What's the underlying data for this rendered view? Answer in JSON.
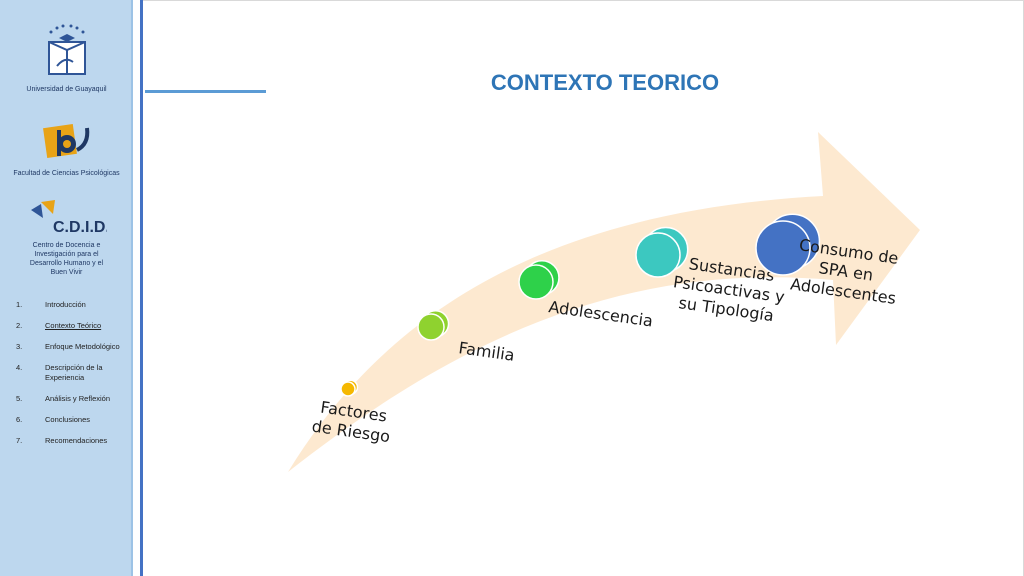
{
  "sidebar": {
    "university": "Universidad de Guayaquil",
    "faculty": "Facultad de Ciencias Psicológicas",
    "cdid_logo": "C.D.I.D.",
    "cdid": [
      "Centro de Docencia e",
      "Investigación para el",
      "Desarrollo Humano y el",
      "Buen Vivir"
    ],
    "menu": [
      {
        "num": "1.",
        "label": "Introducción"
      },
      {
        "num": "2.",
        "label": "Contexto Teórico"
      },
      {
        "num": "3.",
        "label": "Enfoque Metodológico"
      },
      {
        "num": "4.",
        "label": "Descripción de la Experiencia"
      },
      {
        "num": "5.",
        "label": "Análisis y Reflexión"
      },
      {
        "num": "6.",
        "label": "Conclusiones"
      },
      {
        "num": "7.",
        "label": "Recomendaciones"
      }
    ]
  },
  "title": "CONTEXTO TEORICO",
  "diagram": {
    "steps": [
      {
        "lines": [
          "Factores",
          "de Riesgo"
        ],
        "color": "#f5b800"
      },
      {
        "lines": [
          "Familia"
        ],
        "color": "#8fd22f"
      },
      {
        "lines": [
          "Adolescencia"
        ],
        "color": "#2ed14a"
      },
      {
        "lines": [
          "Sustancias",
          "Psicoactivas y",
          "su Tipología"
        ],
        "color": "#3cc8c0"
      },
      {
        "lines": [
          "Consumo de",
          "SPA en",
          "Adolescentes"
        ],
        "color": "#4472c4"
      }
    ],
    "arrow_color": "#fde9d0"
  },
  "colors": {
    "sidebar": "#bdd7ee",
    "accent": "#4472c4",
    "title": "#2e75b6"
  }
}
